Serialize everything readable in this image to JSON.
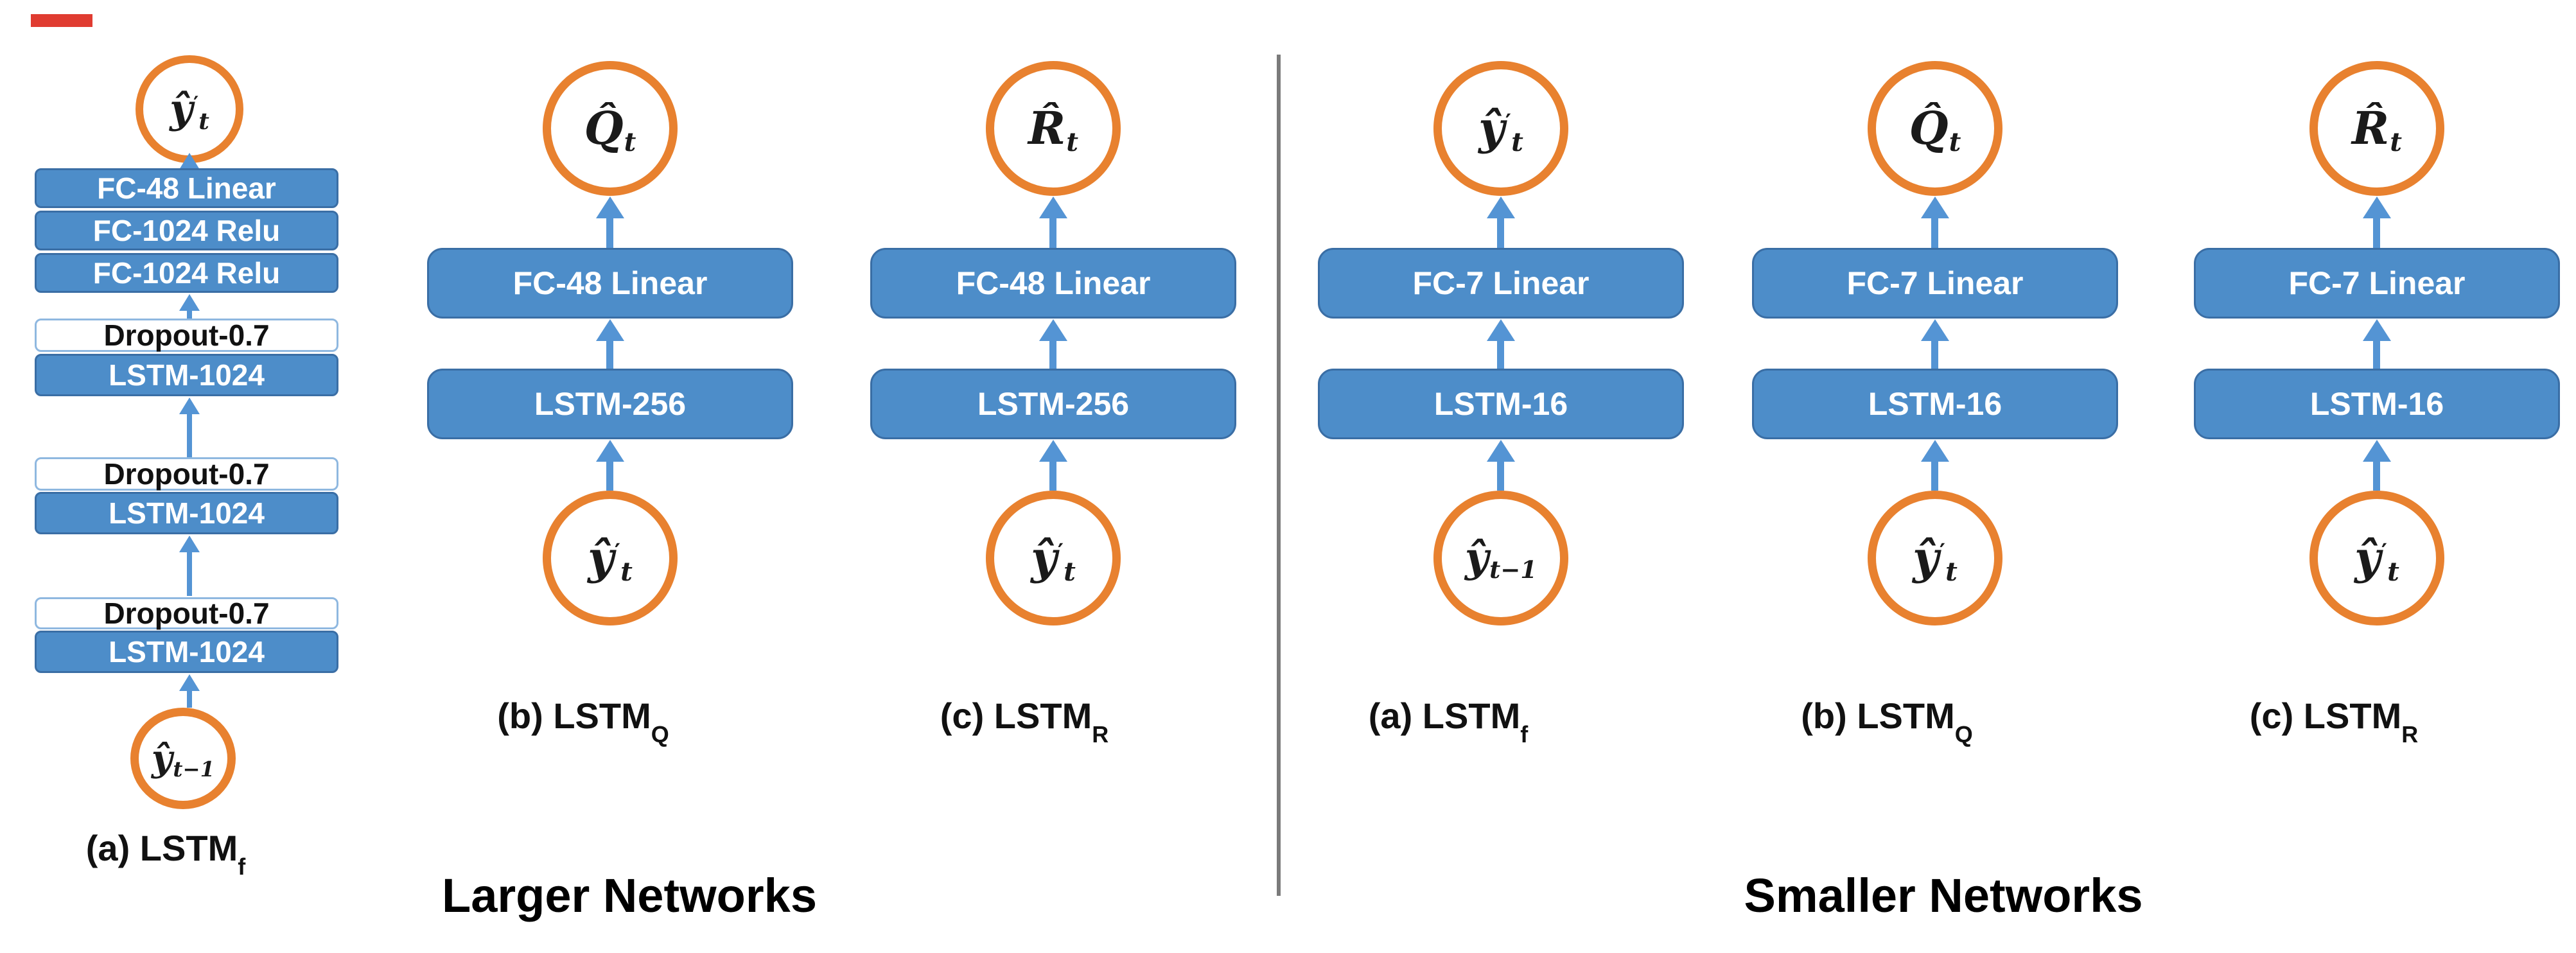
{
  "figure": {
    "sections": [
      {
        "label": "Larger Networks"
      },
      {
        "label": "Smaller Networks"
      }
    ],
    "columns": [
      {
        "caption_prefix": "(a)",
        "caption_name": "LSTM",
        "caption_sub": "f",
        "top_circle": {
          "base": "ŷ",
          "prime": "′",
          "sub": "t"
        },
        "bottom_circle": {
          "base": "ŷ",
          "prime": "",
          "sub": "t−1"
        },
        "boxes": [
          {
            "label": "FC-48 Linear"
          },
          {
            "label": "FC-1024 Relu"
          },
          {
            "label": "FC-1024 Relu"
          },
          {
            "label": "Dropout-0.7"
          },
          {
            "label": "LSTM-1024"
          },
          {
            "label": "Dropout-0.7"
          },
          {
            "label": "LSTM-1024"
          },
          {
            "label": "Dropout-0.7"
          },
          {
            "label": "LSTM-1024"
          }
        ]
      },
      {
        "caption_prefix": "(b)",
        "caption_name": "LSTM",
        "caption_sub": "Q",
        "top_circle": {
          "base": "Q̂",
          "prime": "",
          "sub": "t"
        },
        "bottom_circle": {
          "base": "ŷ",
          "prime": "′",
          "sub": "t"
        },
        "boxes": [
          {
            "label": "FC-48 Linear"
          },
          {
            "label": "LSTM-256"
          }
        ]
      },
      {
        "caption_prefix": "(c)",
        "caption_name": "LSTM",
        "caption_sub": "R",
        "top_circle": {
          "base": "R̂",
          "prime": "",
          "sub": "t"
        },
        "bottom_circle": {
          "base": "ŷ",
          "prime": "′",
          "sub": "t"
        },
        "boxes": [
          {
            "label": "FC-48 Linear"
          },
          {
            "label": "LSTM-256"
          }
        ]
      },
      {
        "caption_prefix": "(a)",
        "caption_name": "LSTM",
        "caption_sub": "f",
        "top_circle": {
          "base": "ŷ",
          "prime": "′",
          "sub": "t"
        },
        "bottom_circle": {
          "base": "ŷ",
          "prime": "",
          "sub": "t−1"
        },
        "boxes": [
          {
            "label": "FC-7 Linear"
          },
          {
            "label": "LSTM-16"
          }
        ]
      },
      {
        "caption_prefix": "(b)",
        "caption_name": "LSTM",
        "caption_sub": "Q",
        "top_circle": {
          "base": "Q̂",
          "prime": "",
          "sub": "t"
        },
        "bottom_circle": {
          "base": "ŷ",
          "prime": "′",
          "sub": "t"
        },
        "boxes": [
          {
            "label": "FC-7 Linear"
          },
          {
            "label": "LSTM-16"
          }
        ]
      },
      {
        "caption_prefix": "(c)",
        "caption_name": "LSTM",
        "caption_sub": "R",
        "top_circle": {
          "base": "R̂",
          "prime": "",
          "sub": "t"
        },
        "bottom_circle": {
          "base": "ŷ",
          "prime": "′",
          "sub": "t"
        },
        "boxes": [
          {
            "label": "FC-7 Linear"
          },
          {
            "label": "LSTM-16"
          }
        ]
      }
    ],
    "colors": {
      "box_blue": "#4d8dc9",
      "box_border": "#3a6ea5",
      "orange": "#e8812f",
      "arrow_blue": "#5494d4",
      "divider_gray": "#7b7b7b",
      "dropout_border": "#8fb8e0",
      "red_mark": "#e03c31"
    }
  }
}
